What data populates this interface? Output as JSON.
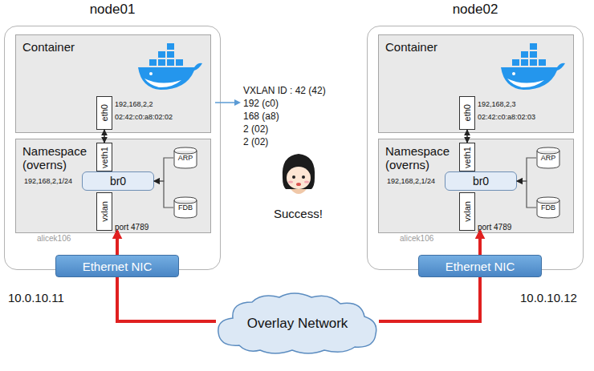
{
  "diagram": {
    "nodes": [
      {
        "text": [
          "node01"
        ]
      },
      {
        "text": [
          "Container"
        ],
        "in": 0
      },
      {
        "text": [
          "eth0"
        ],
        "in": 1
      },
      {
        "text": [
          "Namespace (overns)"
        ],
        "in": 0
      },
      {
        "text": [
          "veth1"
        ],
        "in": 3
      },
      {
        "text": [
          "br0"
        ],
        "in": 3
      },
      {
        "text": [
          "ARP"
        ],
        "in": 3
      },
      {
        "text": [
          "FDB"
        ],
        "in": 3
      },
      {
        "text": [
          "vxlan"
        ],
        "in": 3
      },
      {
        "text": [
          "Ethernet NIC"
        ],
        "in": 0
      },
      {
        "text": [
          "node02"
        ]
      },
      {
        "text": [
          "Container"
        ],
        "in": 10
      },
      {
        "text": [
          "eth0"
        ],
        "in": 11
      },
      {
        "text": [
          "Namespace (overns)"
        ],
        "in": 10
      },
      {
        "text": [
          "veth1"
        ],
        "in": 13
      },
      {
        "text": [
          "br0"
        ],
        "in": 13
      },
      {
        "text": [
          "ARP"
        ],
        "in": 13
      },
      {
        "text": [
          "FDB"
        ],
        "in": 13
      },
      {
        "text": [
          "vxlan"
        ],
        "in": 13
      },
      {
        "text": [
          "Ethernet NIC"
        ],
        "in": 10
      },
      {
        "text": [
          "Overlay Network"
        ]
      }
    ],
    "edges": [
      {
        "from": 2,
        "to": 4,
        "arrow": "both"
      },
      {
        "from": 6,
        "to": 5,
        "arrow": "to"
      },
      {
        "from": 7,
        "to": 5,
        "arrow": "to"
      },
      {
        "from": 9,
        "to": 8,
        "arrow": "to"
      },
      {
        "from": 20,
        "to": 9,
        "arrow": "none"
      },
      {
        "from": 12,
        "to": 14,
        "arrow": "both"
      },
      {
        "from": 16,
        "to": 15,
        "arrow": "to"
      },
      {
        "from": 17,
        "to": 15,
        "arrow": "to"
      },
      {
        "from": 19,
        "to": 18,
        "arrow": "to"
      },
      {
        "from": 20,
        "to": 19,
        "arrow": "none"
      }
    ],
    "labels": [
      "192,168,2,2",
      "02:42:c0:a8:02:02",
      "192,168,2,1/24",
      "port 4789",
      "alicek106",
      "10.0.10.11",
      "VXLAN ID : 42 (42)",
      "192 (c0)",
      "168 (a8)",
      "2 (02)",
      "2 (02)",
      "Success!",
      "192,168,2,3",
      "02:42:c0:a8:02:03",
      "192,168,2,1/24",
      "port 4789",
      "alicek106",
      "10.0.10.12"
    ]
  }
}
